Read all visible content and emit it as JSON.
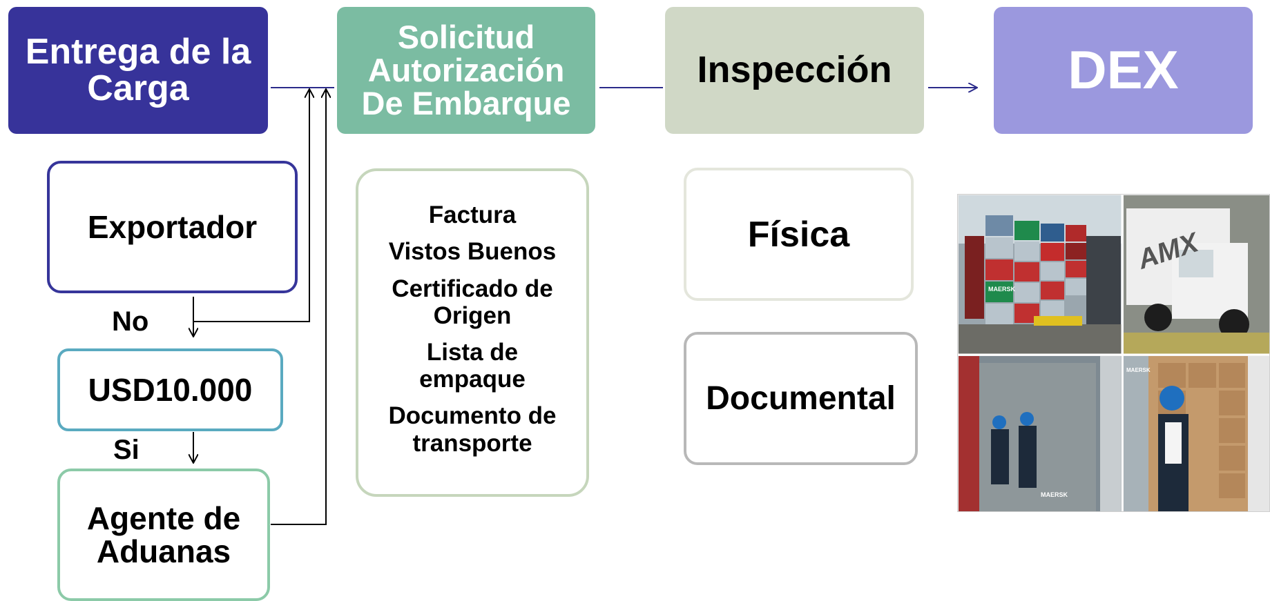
{
  "colors": {
    "entrega": "#37339a",
    "solicitud": "#7bbca2",
    "inspeccion": "#d0d8c6",
    "dex": "#9b98de",
    "exportador_border": "#36359a",
    "usd_border": "#5aaac0",
    "agente_border": "#8ccaa8",
    "docs_border": "#c6d6bc",
    "fisica_border": "#e4e6dc",
    "documental_border": "#b8b8b8",
    "arrow": "#2a2a8a"
  },
  "header": {
    "entrega": {
      "line1": "Entrega de la",
      "line2": "Carga"
    },
    "solicitud": {
      "line1": "Solicitud",
      "line2": "Autorización",
      "line3": "De Embarque"
    },
    "inspeccion": "Inspección",
    "dex": "DEX"
  },
  "left": {
    "exportador": "Exportador",
    "no_label": "No",
    "usd": "USD10.000",
    "si_label": "Si",
    "agente": {
      "line1": "Agente de",
      "line2": "Aduanas"
    }
  },
  "documents": [
    "Factura",
    "Vistos Buenos",
    "Certificado de Origen",
    "Lista de empaque",
    "Documento de transporte"
  ],
  "inspection_types": {
    "fisica": "Física",
    "documental": "Documental"
  },
  "photos": [
    {
      "icon": "container-stack-photo",
      "logo_text": "MAERSK"
    },
    {
      "icon": "delivery-truck-photo",
      "logo_text": "AMX"
    },
    {
      "icon": "container-inspection-photo",
      "logo_text": "MAERSK"
    },
    {
      "icon": "box-inspection-photo",
      "logo_text": "MAERSK"
    }
  ]
}
